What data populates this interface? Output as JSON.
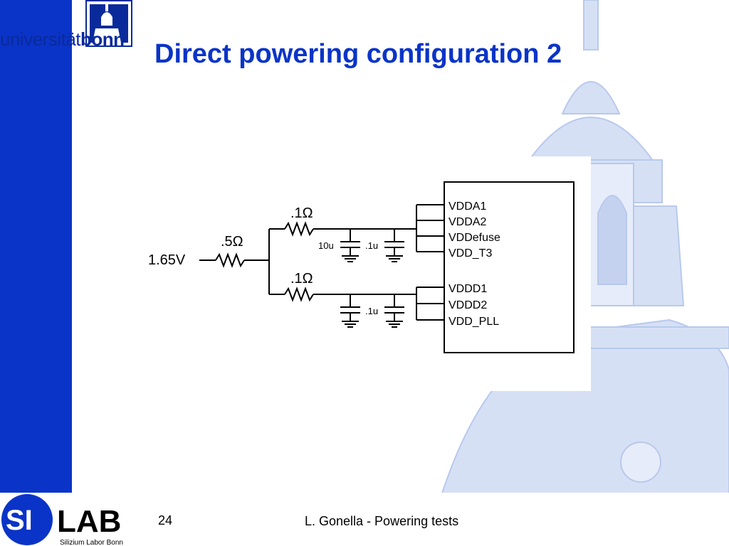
{
  "header": {
    "logo_text_regular": "universität",
    "logo_text_bold": "bonn",
    "title": "Direct powering configuration 2"
  },
  "schematic": {
    "source_voltage": "1.65V",
    "r_main": ".5Ω",
    "r_analog": ".1Ω",
    "r_digital": ".1Ω",
    "cap_analog_1": "10u",
    "cap_analog_2": ".1u",
    "cap_digital_2": ".1u",
    "pins_analog": [
      "VDDA1",
      "VDDA2",
      "VDDefuse",
      "VDD_T3"
    ],
    "pins_digital": [
      "VDDD1",
      "VDDD2",
      "VDD_PLL"
    ]
  },
  "footer": {
    "logo_si": "SI",
    "logo_lab": "LAB",
    "logo_subtitle": "Silizium Labor Bonn",
    "page_number": "24",
    "text": "L. Gonella - Powering tests"
  },
  "colors": {
    "sidebar": "#0a34c8",
    "title": "#0a34c8",
    "building": "#c9d6f2"
  }
}
